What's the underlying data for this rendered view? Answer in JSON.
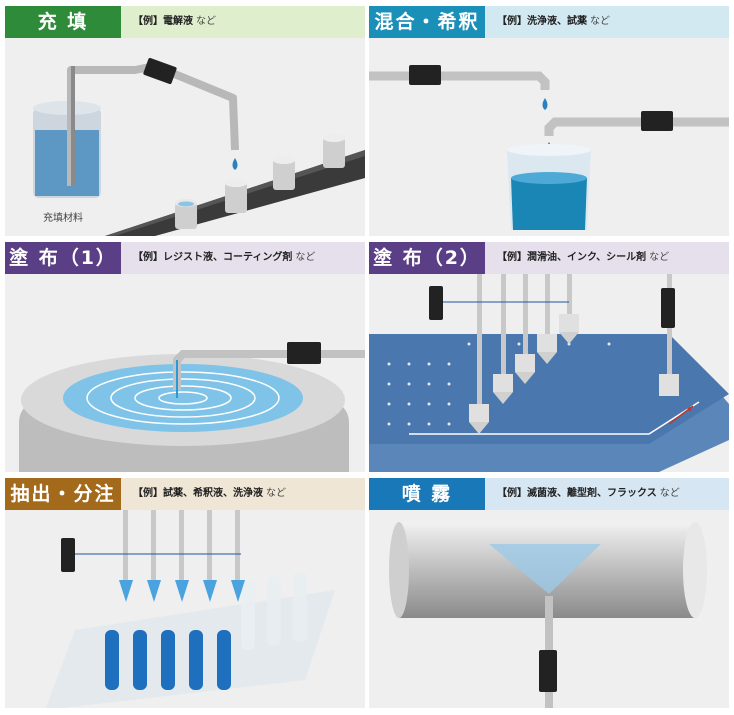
{
  "panels": [
    {
      "id": "filling",
      "title": "充 填",
      "example_prefix": "【例】",
      "example": "電解液",
      "example_suffix": "など",
      "label": "充填材料",
      "tag_color": "#2e8b3a",
      "bar_color": "#dfeecd"
    },
    {
      "id": "mixing",
      "title": "混合・希釈",
      "example_prefix": "【例】",
      "example": "洗浄液、試薬",
      "example_suffix": "など",
      "tag_color": "#1a8fb8",
      "bar_color": "#d3e9f2"
    },
    {
      "id": "coating1",
      "title": "塗 布（1）",
      "example_prefix": "【例】",
      "example": "レジスト液、コーティング剤",
      "example_suffix": "など",
      "tag_color": "#5b3f86",
      "bar_color": "#e6e0ec"
    },
    {
      "id": "coating2",
      "title": "塗 布（2）",
      "example_prefix": "【例】",
      "example": "潤滑油、インク、シール剤",
      "example_suffix": "など",
      "tag_color": "#5b3f86",
      "bar_color": "#e6e0ec"
    },
    {
      "id": "extraction",
      "title": "抽出・分注",
      "example_prefix": "【例】",
      "example": "試薬、希釈液、洗浄液",
      "example_suffix": "など",
      "tag_color": "#a36a1c",
      "bar_color": "#efe6d6"
    },
    {
      "id": "spray",
      "title": "噴 霧",
      "example_prefix": "【例】",
      "example": "滅菌液、離型剤、フラックス",
      "example_suffix": "など",
      "tag_color": "#1878b8",
      "bar_color": "#d6e6f2"
    }
  ]
}
